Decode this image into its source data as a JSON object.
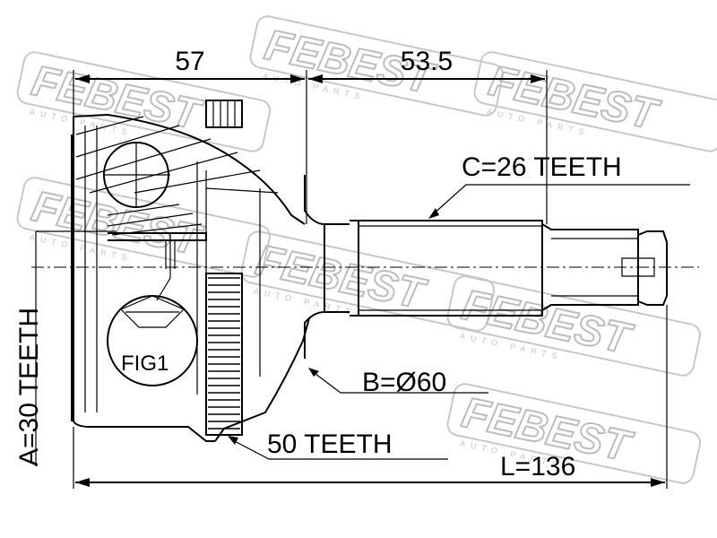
{
  "watermark": {
    "brand": "FEBEST",
    "sub": "AUTO PARTS"
  },
  "dimensions": {
    "housing_length": "57",
    "shaft_length": "53.5",
    "total_length": "L=136"
  },
  "callouts": {
    "outer_spline": "C=26 TEETH",
    "seal_diameter": "B=Ø60",
    "abs_ring": "50 TEETH",
    "inner_spline": "A=30 TEETH",
    "figure_ref": "FIG1"
  },
  "colors": {
    "line": "#000000",
    "watermark": "#bdbdbd",
    "background": "#ffffff"
  }
}
